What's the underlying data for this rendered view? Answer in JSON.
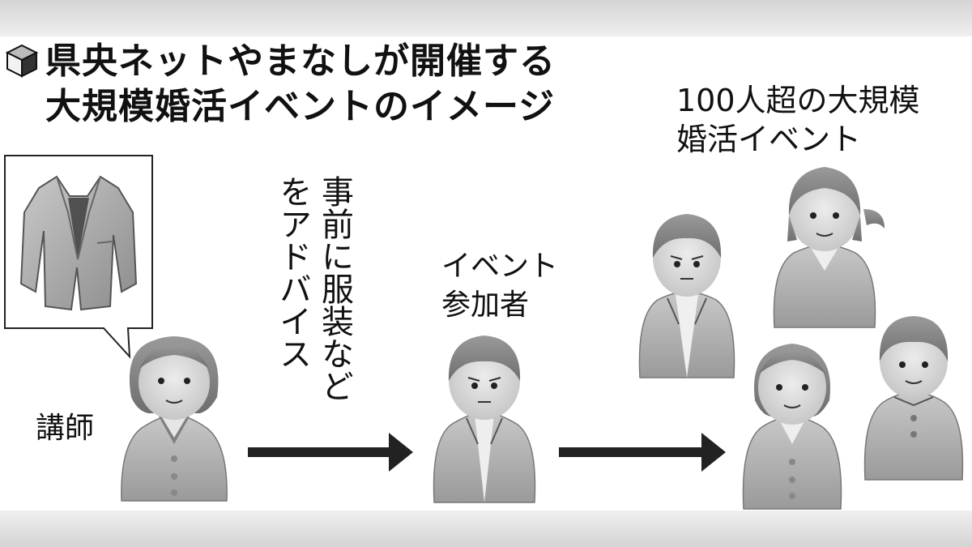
{
  "title": {
    "line1": "県央ネットやまなしが開催する",
    "line2": "大規模婚活イベントのイメージ"
  },
  "steps": {
    "lecturer": "講師",
    "advice_line1": "事前に服装など",
    "advice_line2": "をアドバイス",
    "participant_line1": "イベント",
    "participant_line2": "参加者",
    "event_line1": "100人超の大規模",
    "event_line2": "婚活イベント"
  },
  "icons": {
    "title": "cube-icon",
    "clothing": "jacket-icon",
    "flow": "right-arrow-icon"
  },
  "colors": {
    "person_fill": "#bdbdbd",
    "face_fill": "#dedede",
    "hair_fill": "#8a8a8a",
    "arrow": "#222222"
  }
}
